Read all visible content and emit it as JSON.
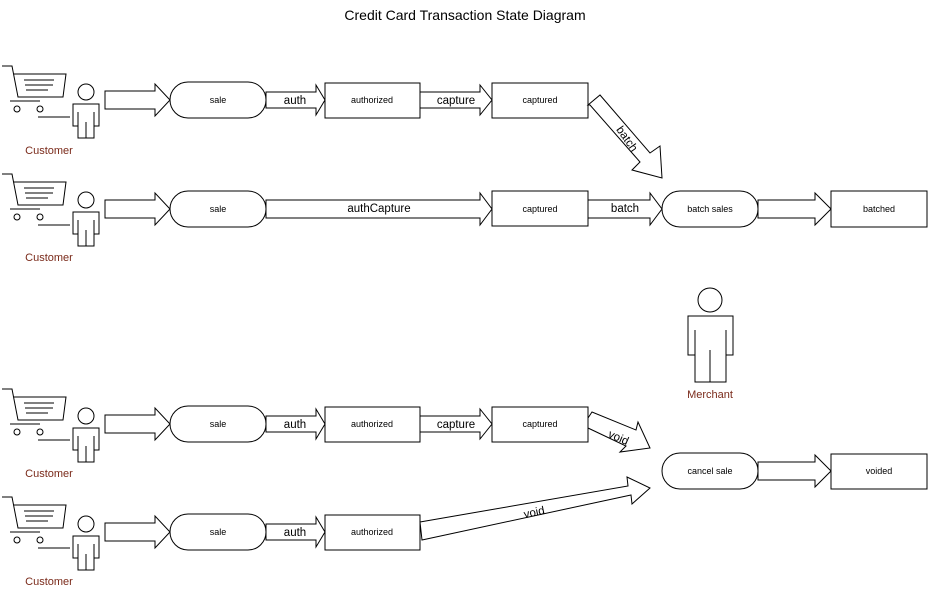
{
  "title": "Credit Card Transaction State Diagram",
  "actors": {
    "customer_label": "Customer",
    "merchant_label": "Merchant"
  },
  "states": {
    "sale": "sale",
    "authorized": "authorized",
    "captured": "captured",
    "batch_sales": "batch sales",
    "batched": "batched",
    "cancel_sale": "cancel sale",
    "voided": "voided"
  },
  "transitions": {
    "auth": "auth",
    "capture": "capture",
    "authCapture": "authCapture",
    "batch": "batch",
    "void": "void"
  },
  "icons": [
    "shopping-cart-icon",
    "person-icon"
  ]
}
